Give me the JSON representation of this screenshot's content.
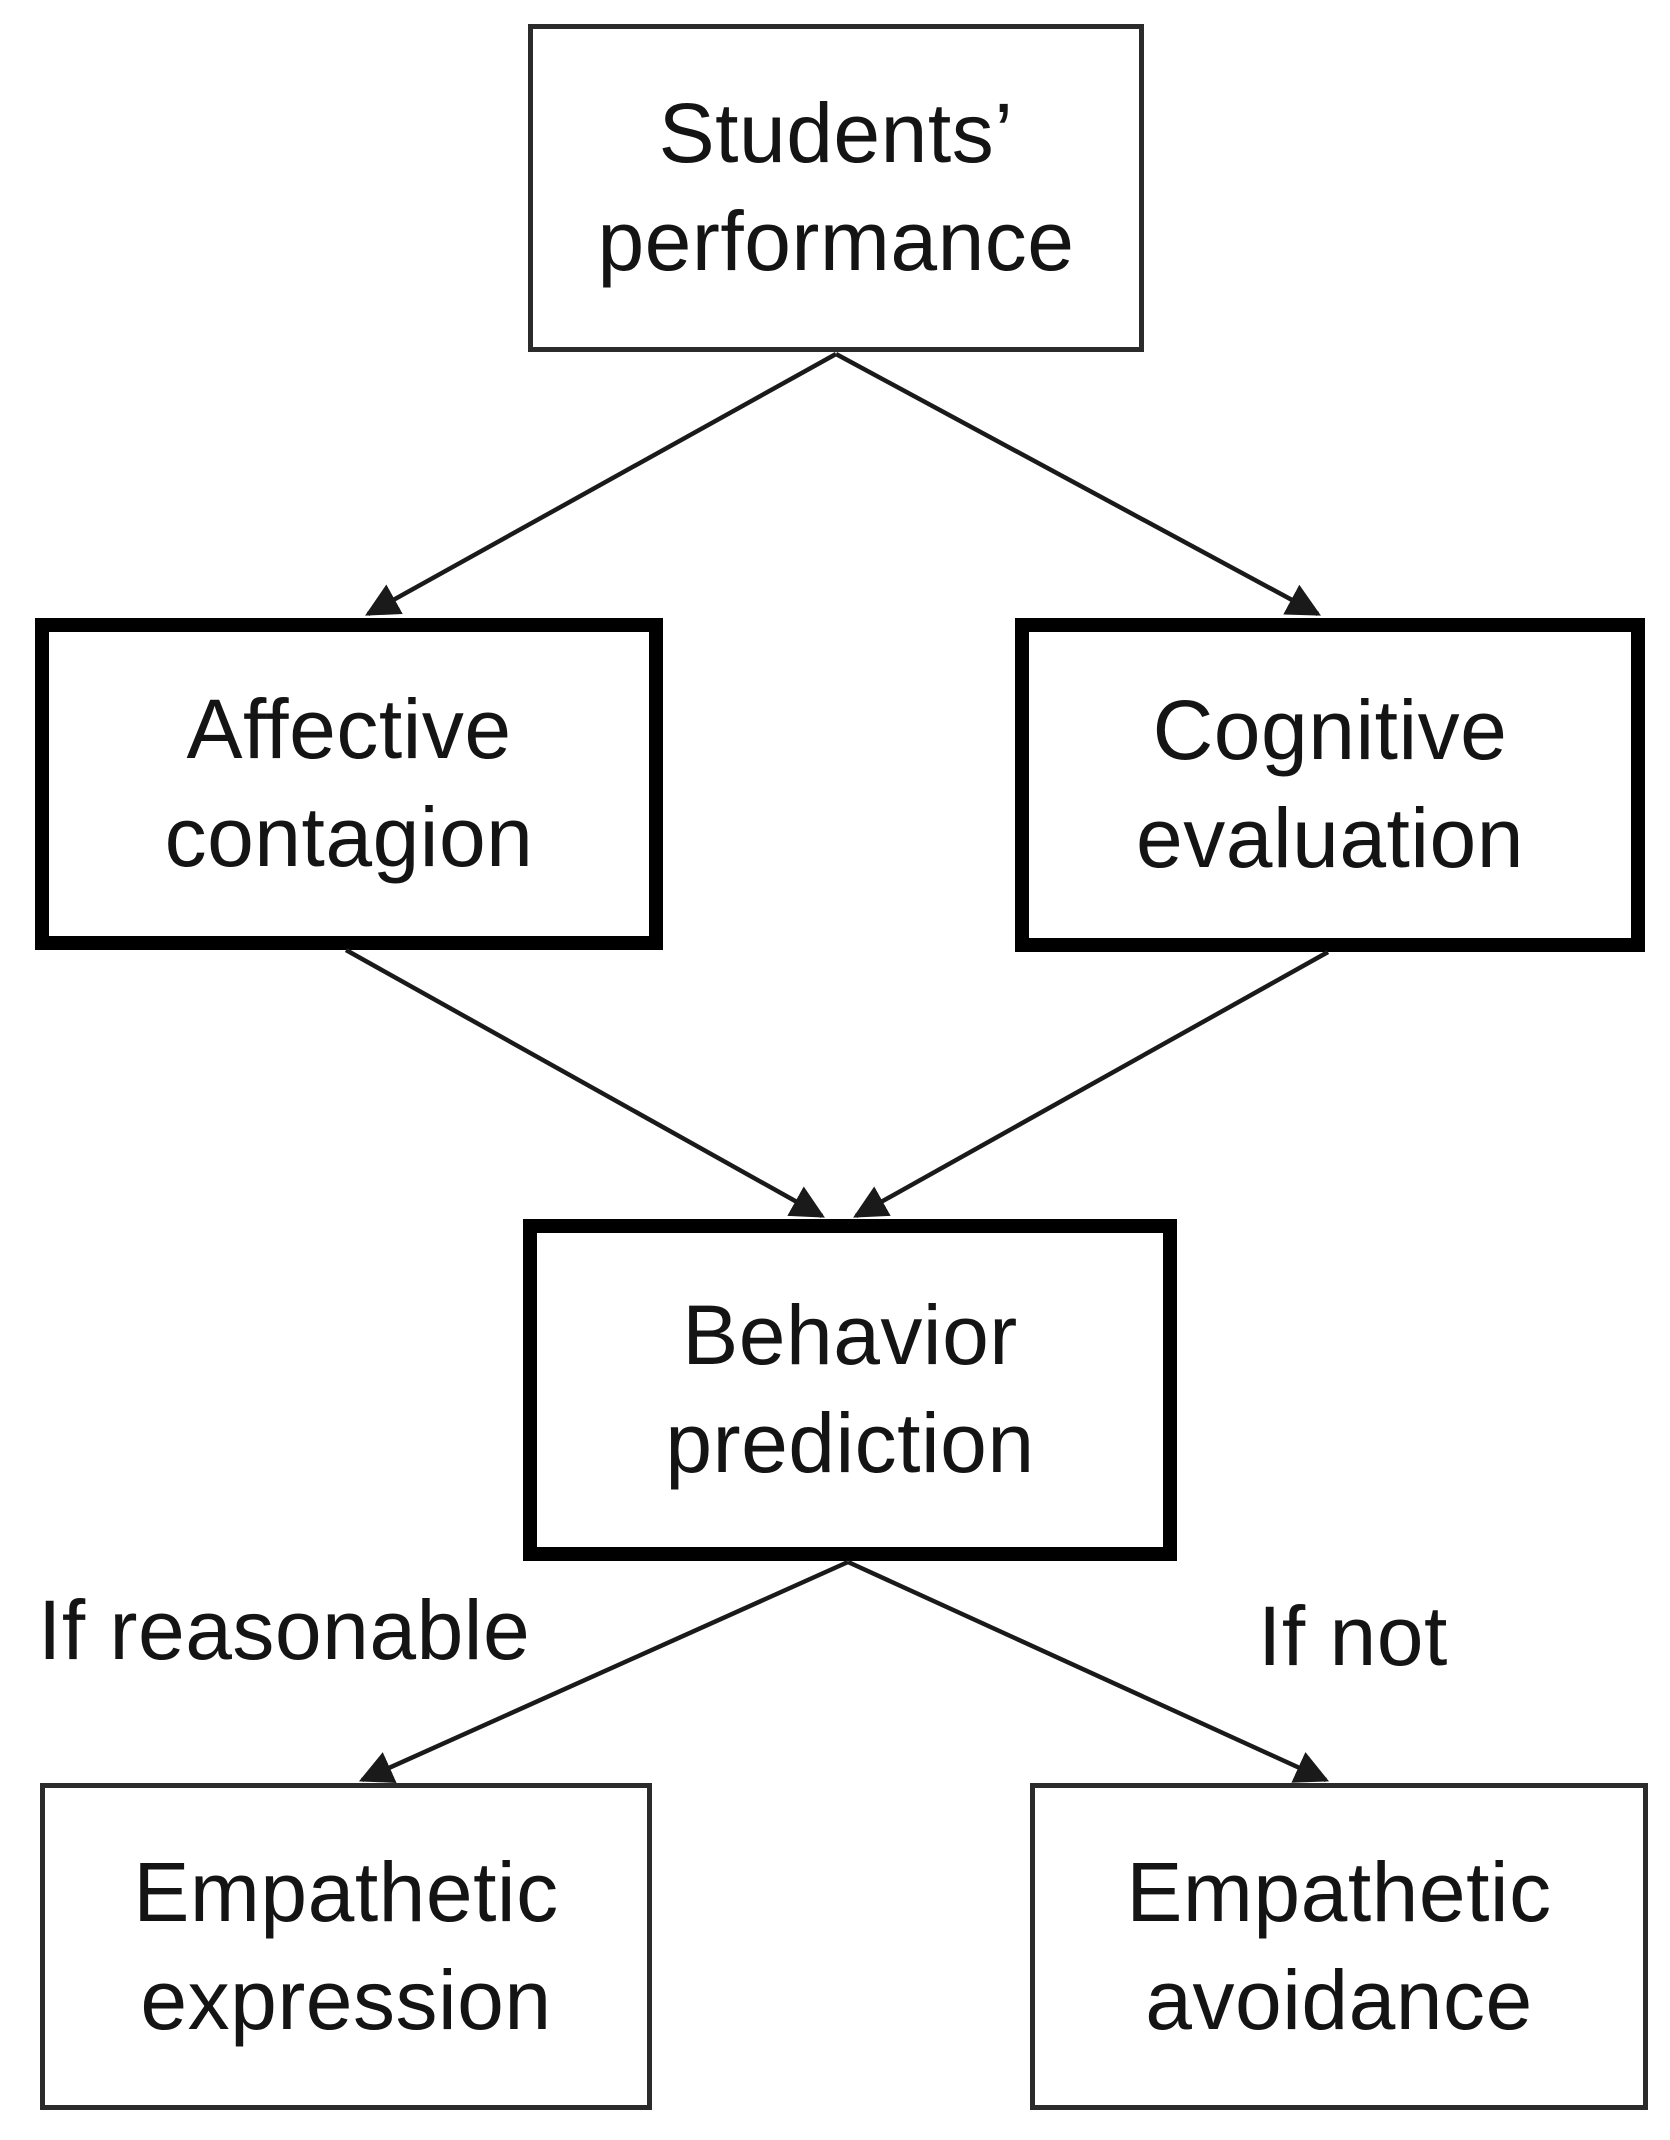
{
  "diagram": {
    "type": "flowchart",
    "background": "#ffffff",
    "colors": {
      "text": "#141414",
      "arrow": "#1a1a1a",
      "border_thick": "#000000",
      "border_thin": "#2b2b2b"
    },
    "nodes": [
      {
        "id": "students-performance",
        "line1": "Students’",
        "line2": "performance",
        "border": "thin"
      },
      {
        "id": "affective-contagion",
        "line1": "Affective",
        "line2": "contagion",
        "border": "thick"
      },
      {
        "id": "cognitive-evaluation",
        "line1": "Cognitive",
        "line2": "evaluation",
        "border": "thick"
      },
      {
        "id": "behavior-prediction",
        "line1": "Behavior",
        "line2": "prediction",
        "border": "thick"
      },
      {
        "id": "empathetic-expression",
        "line1": "Empathetic",
        "line2": "expression",
        "border": "thin"
      },
      {
        "id": "empathetic-avoidance",
        "line1": "Empathetic",
        "line2": "avoidance",
        "border": "thin"
      }
    ],
    "edge_labels": [
      {
        "id": "if-reasonable",
        "text": "If reasonable"
      },
      {
        "id": "if-not",
        "text": "If not"
      }
    ],
    "edges": [
      {
        "from": "students-performance",
        "to": "affective-contagion",
        "label": ""
      },
      {
        "from": "students-performance",
        "to": "cognitive-evaluation",
        "label": ""
      },
      {
        "from": "affective-contagion",
        "to": "behavior-prediction",
        "label": ""
      },
      {
        "from": "cognitive-evaluation",
        "to": "behavior-prediction",
        "label": ""
      },
      {
        "from": "behavior-prediction",
        "to": "empathetic-expression",
        "label": "If reasonable"
      },
      {
        "from": "behavior-prediction",
        "to": "empathetic-avoidance",
        "label": "If not"
      }
    ]
  }
}
